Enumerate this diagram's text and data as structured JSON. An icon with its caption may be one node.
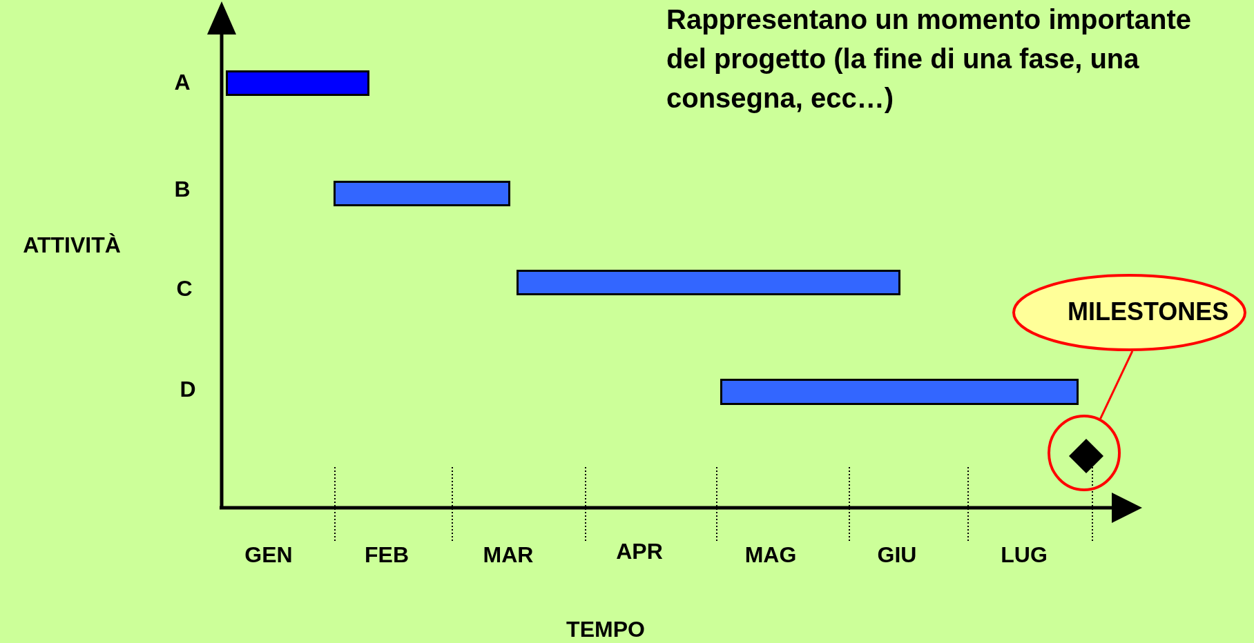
{
  "diagram": {
    "nodes": [
      {
        "text": [],
        "shape": "bar"
      },
      {
        "text": [],
        "shape": "bar"
      },
      {
        "text": [],
        "shape": "bar"
      },
      {
        "text": [],
        "shape": "bar"
      },
      {
        "text": [
          "MILESTONES"
        ]
      },
      {
        "text": [],
        "shape": "circle"
      }
    ],
    "edges": [
      {
        "from": 4,
        "to": 5,
        "arrow": "none"
      }
    ],
    "labels": [
      "Rappresentano un momento importante del progetto (la fine di una fase, una consegna, ecc…)",
      "A",
      "B",
      "ATTIVITÀ",
      "C",
      "D",
      "GEN",
      "FEB",
      "MAR",
      "APR",
      "MAG",
      "GIU",
      "LUG",
      "TEMPO"
    ]
  }
}
